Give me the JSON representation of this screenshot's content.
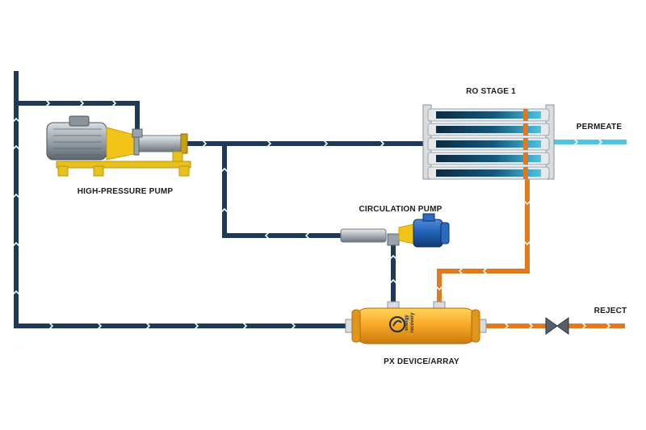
{
  "labels": {
    "ro_stage": "RO STAGE 1",
    "permeate": "PERMEATE",
    "high_pressure_pump": "HIGH-PRESSURE PUMP",
    "circulation_pump": "CIRCULATION PUMP",
    "reject": "REJECT",
    "px_device": "PX DEVICE/ARRAY"
  },
  "logo": {
    "line1": "energy",
    "line2": "recovery"
  },
  "ro_stage": {
    "vessel_count": 5
  },
  "colors": {
    "low_pressure_line": "#1e3a57",
    "high_pressure_line": "#e07a1f",
    "permeate_line": "#4fc3e0",
    "flow_arrow": "#ffffff",
    "pump_yellow": "#f2c318",
    "px_body": "#f5a623",
    "motor_blue": "#1f5fb0"
  }
}
